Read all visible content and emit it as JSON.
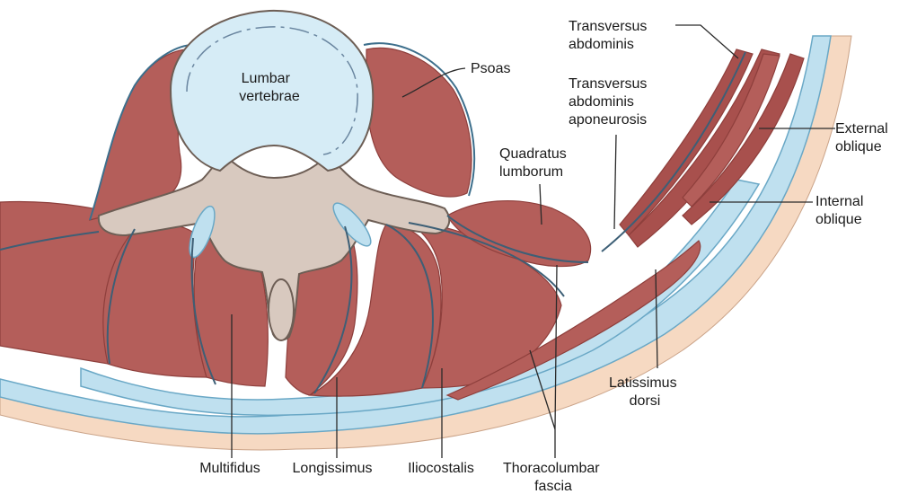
{
  "labels": {
    "lumbar_vertebrae": [
      "Lumbar",
      "vertebrae"
    ],
    "psoas": "Psoas",
    "transversus_abdominis": [
      "Transversus",
      "abdominis"
    ],
    "transversus_abdominis_aponeurosis": [
      "Transversus",
      "abdominis",
      "aponeurosis"
    ],
    "quadratus_lumborum": [
      "Quadratus",
      "lumborum"
    ],
    "external_oblique": [
      "External",
      "oblique"
    ],
    "internal_oblique": [
      "Internal",
      "oblique"
    ],
    "latissimus_dorsi": [
      "Latissimus",
      "dorsi"
    ],
    "multifidus": "Multifidus",
    "longissimus": "Longissimus",
    "iliocostalis": "Iliocostalis",
    "thoracolumbar_fascia": [
      "Thoracolumbar",
      "fascia"
    ]
  },
  "colors": {
    "muscle": "#b45e5a",
    "fascia": "#bfe0ef",
    "bone": "#d8c9bf",
    "disc": "#d6ecf6",
    "skin": "#f6d9c2"
  }
}
